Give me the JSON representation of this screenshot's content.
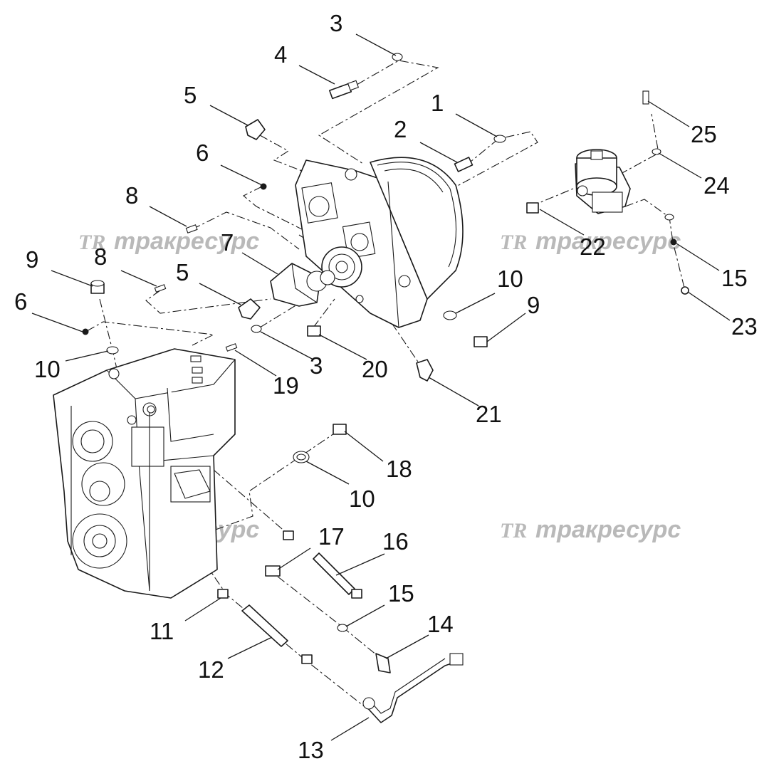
{
  "watermark": {
    "logo": "TR",
    "text": "тракресурс",
    "color": "#b9b9b9"
  },
  "callouts": [
    {
      "id": "c1",
      "label": "1"
    },
    {
      "id": "c2",
      "label": "2"
    },
    {
      "id": "c3a",
      "label": "3"
    },
    {
      "id": "c3b",
      "label": "3"
    },
    {
      "id": "c4",
      "label": "4"
    },
    {
      "id": "c5a",
      "label": "5"
    },
    {
      "id": "c5b",
      "label": "5"
    },
    {
      "id": "c6a",
      "label": "6"
    },
    {
      "id": "c6b",
      "label": "6"
    },
    {
      "id": "c7",
      "label": "7"
    },
    {
      "id": "c8a",
      "label": "8"
    },
    {
      "id": "c8b",
      "label": "8"
    },
    {
      "id": "c9a",
      "label": "9"
    },
    {
      "id": "c9b",
      "label": "9"
    },
    {
      "id": "c10a",
      "label": "10"
    },
    {
      "id": "c10b",
      "label": "10"
    },
    {
      "id": "c10c",
      "label": "10"
    },
    {
      "id": "c11",
      "label": "11"
    },
    {
      "id": "c12",
      "label": "12"
    },
    {
      "id": "c13",
      "label": "13"
    },
    {
      "id": "c14",
      "label": "14"
    },
    {
      "id": "c15a",
      "label": "15"
    },
    {
      "id": "c15b",
      "label": "15"
    },
    {
      "id": "c16",
      "label": "16"
    },
    {
      "id": "c17",
      "label": "17"
    },
    {
      "id": "c18",
      "label": "18"
    },
    {
      "id": "c19",
      "label": "19"
    },
    {
      "id": "c20",
      "label": "20"
    },
    {
      "id": "c21",
      "label": "21"
    },
    {
      "id": "c22",
      "label": "22"
    },
    {
      "id": "c23",
      "label": "23"
    },
    {
      "id": "c24",
      "label": "24"
    },
    {
      "id": "c25",
      "label": "25"
    }
  ]
}
